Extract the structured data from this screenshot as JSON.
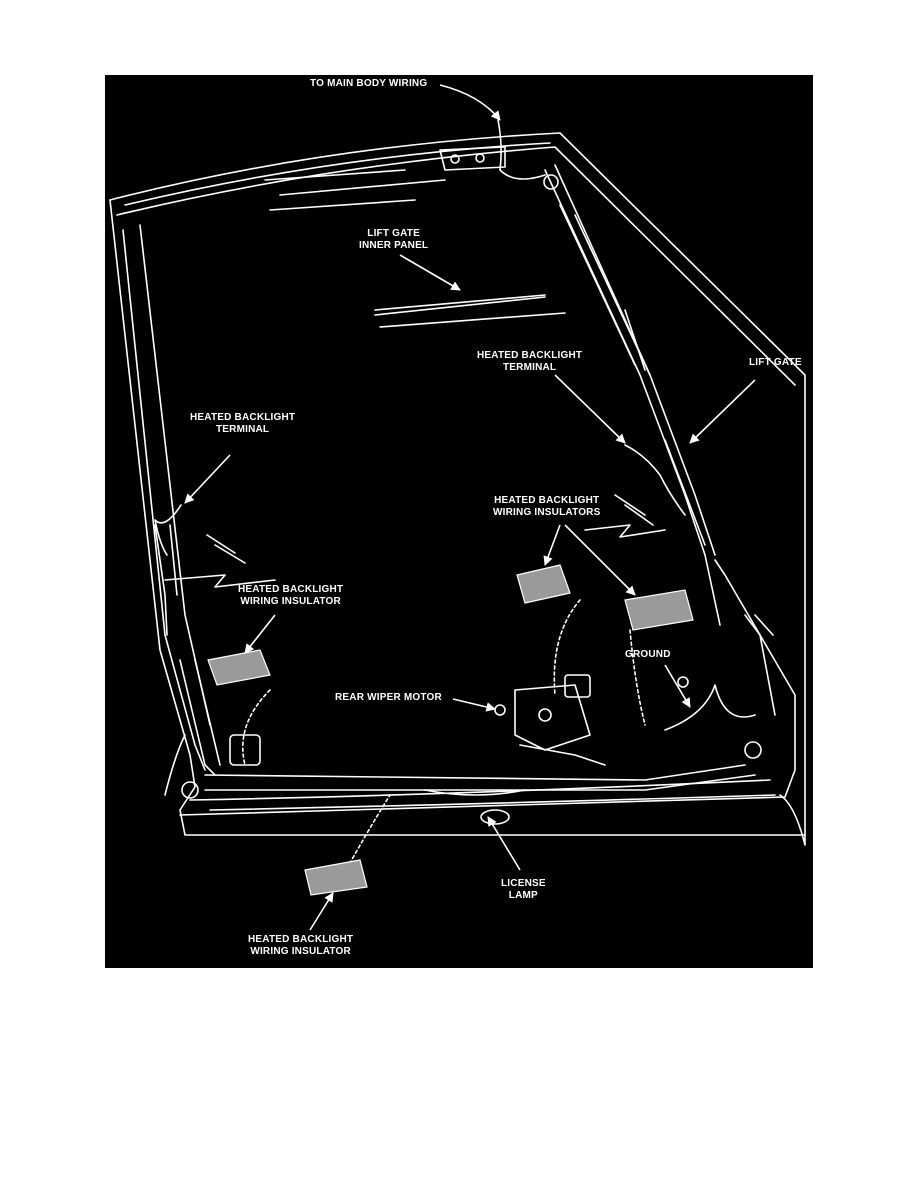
{
  "colors": {
    "page_background": "#ffffff",
    "panel_background": "#000000",
    "linework": "#ffffff"
  },
  "labels": {
    "main_body_wiring": "TO MAIN BODY WIRING",
    "inner_panel": [
      "LIFT GATE",
      "INNER PANEL"
    ],
    "terminal_right": [
      "HEATED BACKLIGHT",
      "TERMINAL"
    ],
    "lift_gate": "LIFT GATE",
    "terminal_left": [
      "HEATED BACKLIGHT",
      "TERMINAL"
    ],
    "insulators_plural": [
      "HEATED BACKLIGHT",
      "WIRING INSULATORS"
    ],
    "insulator_left": [
      "HEATED BACKLIGHT",
      "WIRING INSULATOR"
    ],
    "ground": "GROUND",
    "rear_wiper_motor": "REAR WIPER MOTOR",
    "license_lamp": [
      "LICENSE",
      "LAMP"
    ],
    "insulator_bottom": [
      "HEATED BACKLIGHT",
      "WIRING INSULATOR"
    ]
  }
}
